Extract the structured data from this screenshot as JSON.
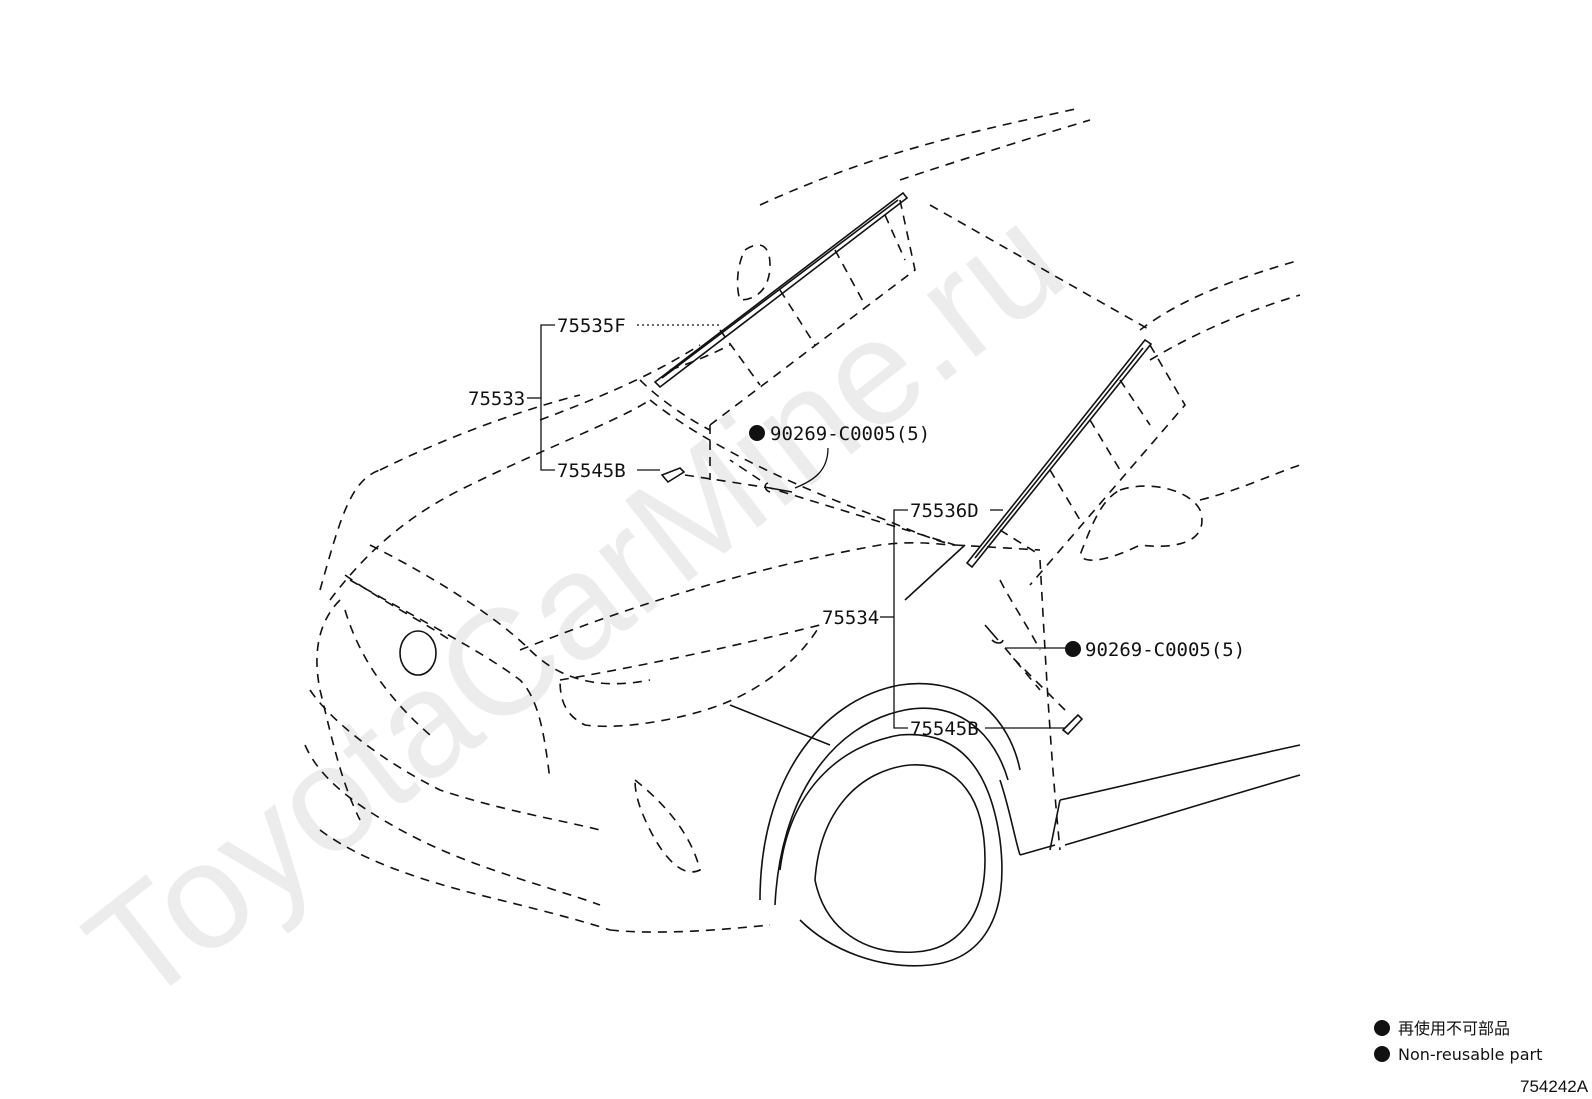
{
  "watermark": "ToyotaCarMine.ru",
  "parts": {
    "assy_upper": "75533",
    "moulding_left": "75535F",
    "clip_left": "75545B",
    "fastener_upper": "90269-C0005(5)",
    "assy_lower": "75534",
    "moulding_right": "75536D",
    "fastener_lower": "90269-C0005(5)",
    "clip_right": "75545B"
  },
  "legend": {
    "line_jp": "再使用不可部品",
    "line_en": "Non-reusable part"
  },
  "diagram_code": "754242A"
}
